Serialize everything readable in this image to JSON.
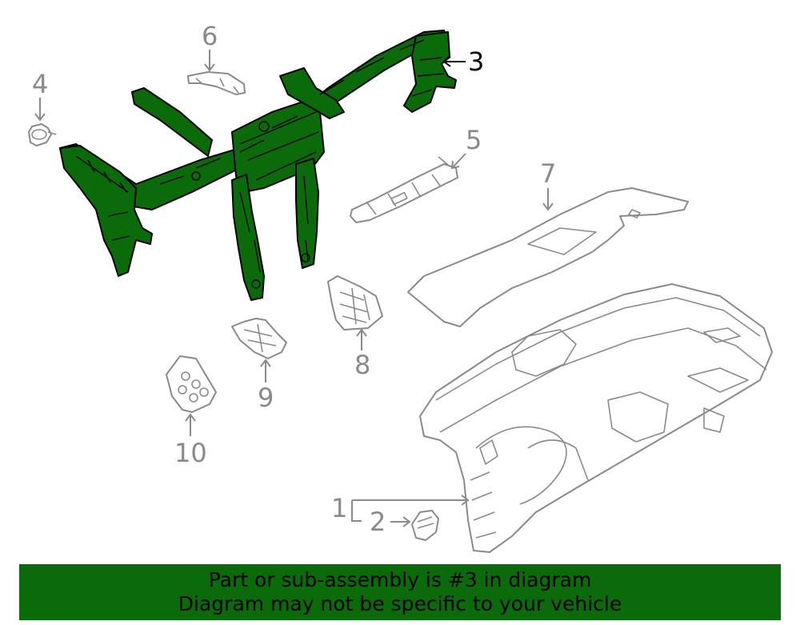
{
  "callouts": {
    "c1": "1",
    "c2": "2",
    "c3": "3",
    "c4": "4",
    "c5": "5",
    "c6": "6",
    "c7": "7",
    "c8": "8",
    "c9": "9",
    "c10": "10"
  },
  "banner": {
    "line1": "Part or sub-assembly is #3 in diagram",
    "line2": "Diagram may not be specific to your vehicle"
  },
  "colors": {
    "highlight_part": "#0b6b0b",
    "banner": "#0b6b0b",
    "line_art": "#8a8a8a"
  }
}
